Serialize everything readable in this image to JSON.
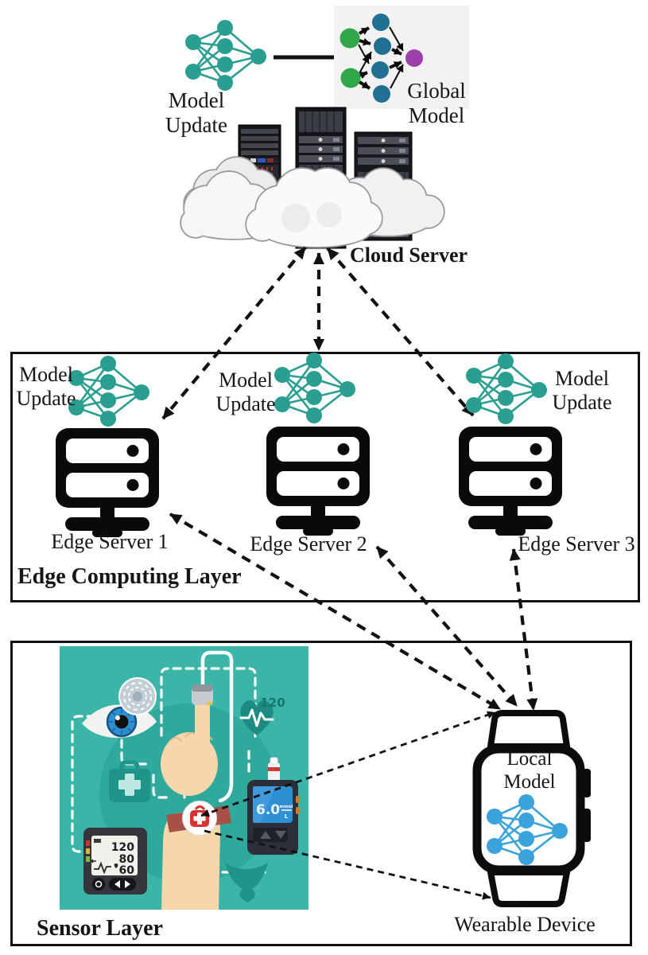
{
  "cloud_layer": {
    "model_update_label": "Model Update",
    "global_model_label": "Global Model",
    "cloud_server_label": "Cloud Server"
  },
  "edge_layer": {
    "title": "Edge Computing Layer",
    "servers": [
      {
        "label": "Edge Server 1",
        "model_update_label": "Model Update"
      },
      {
        "label": "Edge Server 2",
        "model_update_label": "Model Update"
      },
      {
        "label": "Edge Server 3",
        "model_update_label": "Model Update"
      }
    ]
  },
  "sensor_layer": {
    "title": "Sensor Layer",
    "wearable_device": {
      "label": "Wearable Device",
      "local_model_label": "Local Model"
    },
    "illustration": {
      "heart_rate_value": "120",
      "bp_monitor": {
        "systolic": "120",
        "diastolic": "80",
        "pulse": "60"
      },
      "glucose_value": "6.0",
      "glucose_unit_top": "mmol",
      "glucose_unit_bottom": "L"
    }
  },
  "icons": {
    "model_update_icon": "neural-network",
    "global_model_icon": "neural-network-multicolor",
    "cloud_server_icon": "server-racks-in-clouds",
    "edge_server_icon": "server-tower",
    "local_model_icon": "neural-network",
    "wearable_icon": "smartwatch",
    "sensor_icons": [
      "eye",
      "fingerprint",
      "heart-rate",
      "first-aid-kit",
      "blood-pressure-monitor",
      "glucose-meter",
      "pulse-oximeter-finger",
      "wrist-watch",
      "body-silhouette"
    ]
  },
  "colors": {
    "nn_teal": "#2a9e90",
    "global_input_green": "#2fa84a",
    "global_hidden_blue": "#1f7093",
    "global_output_purple": "#9c3fa8",
    "local_nn_blue": "#3aa3dc",
    "sensor_bg_teal": "#3cb5a9",
    "sensor_circle_teal": "#2ea99c",
    "arrow_black": "#111111"
  }
}
